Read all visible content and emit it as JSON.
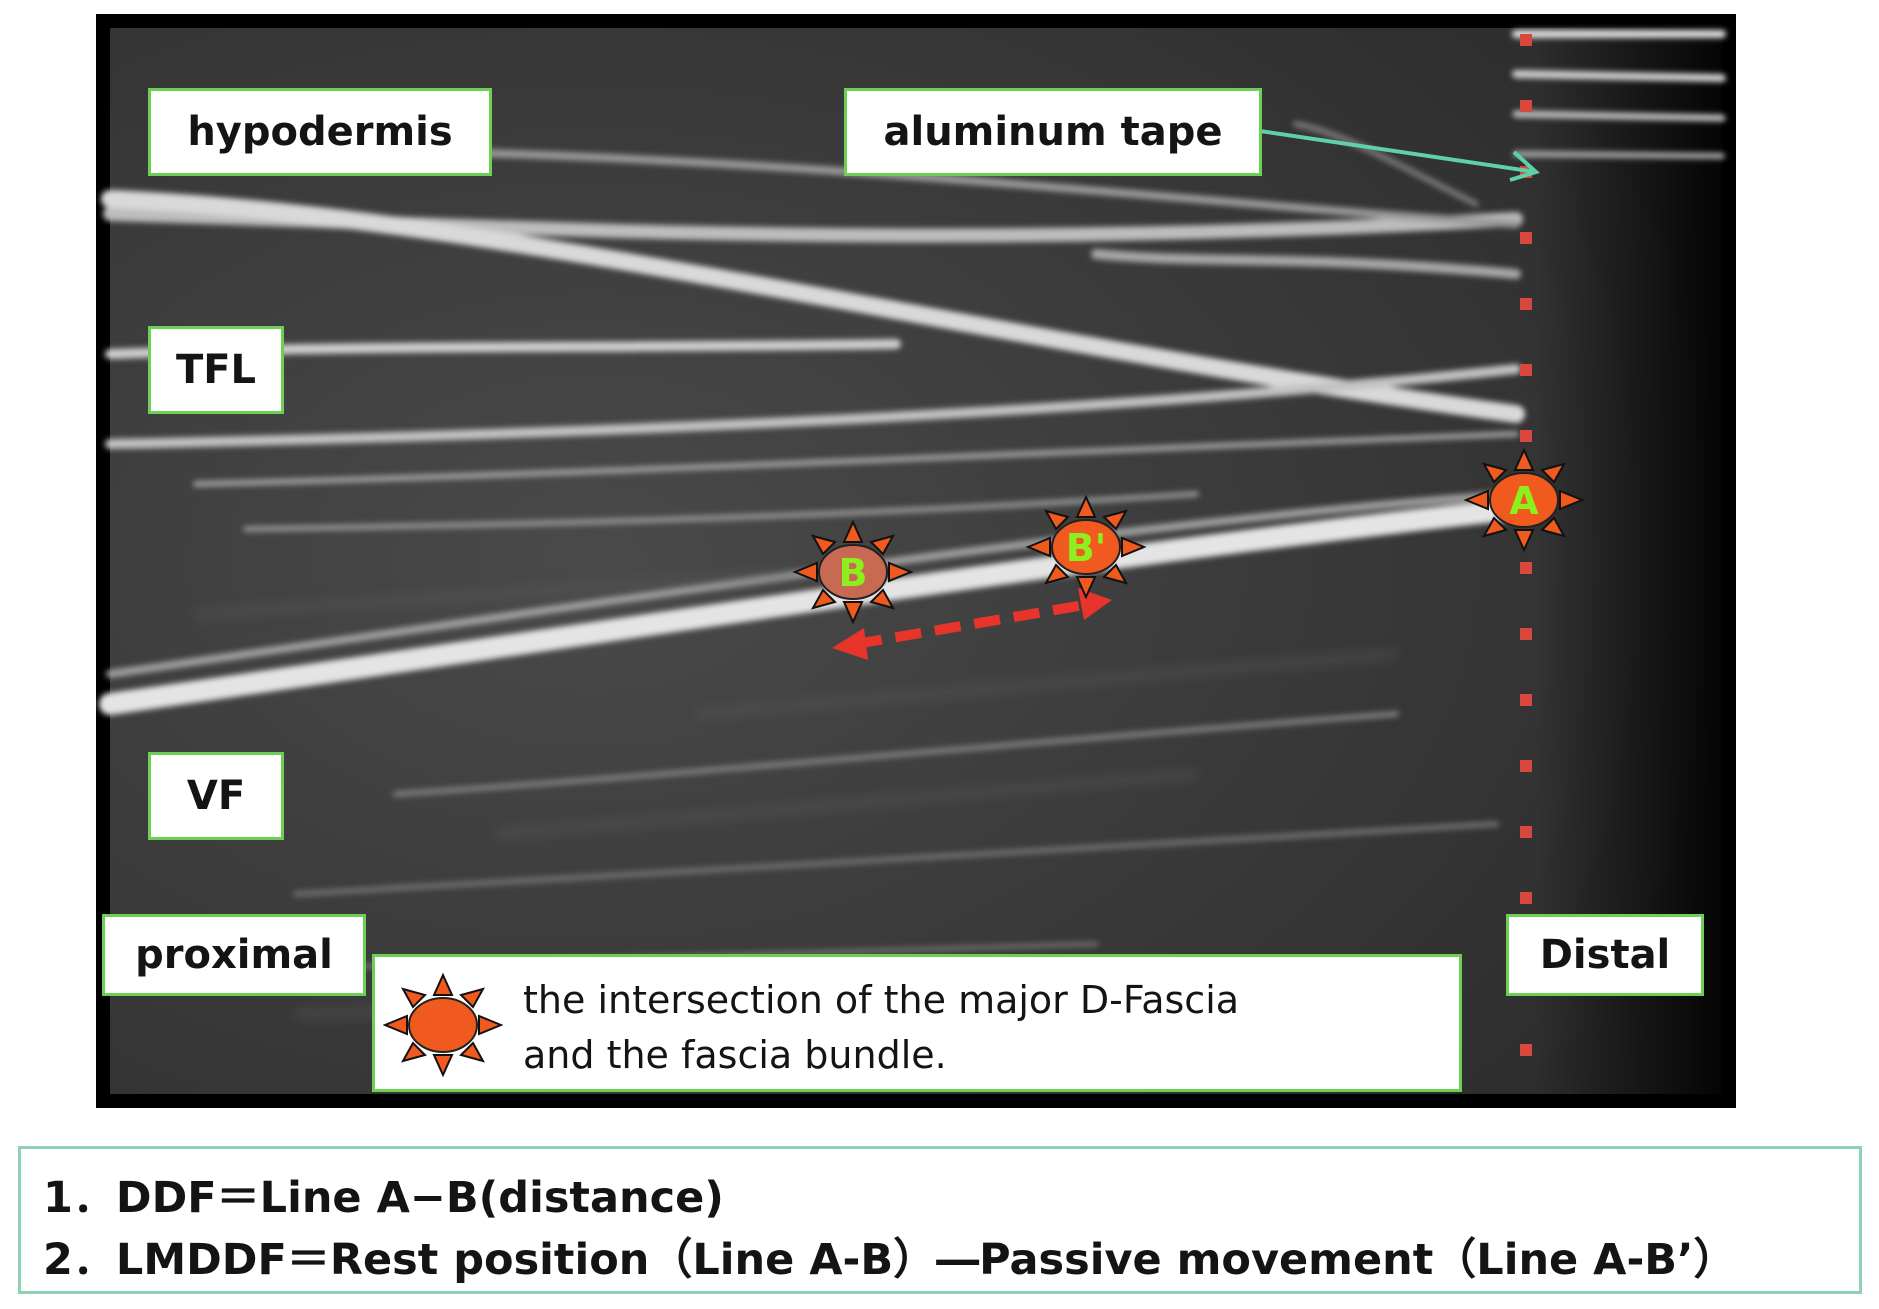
{
  "labels": {
    "hypodermis": "hypodermis",
    "aluminum_tape": "aluminum tape",
    "tfl": "TFL",
    "vf": "VF",
    "proximal": "proximal",
    "distal": "Distal"
  },
  "markers": {
    "a": "A",
    "b": "B",
    "b_prime": "B'"
  },
  "legend": {
    "line1": "the intersection of the major D-Fascia",
    "line2": "and the fascia bundle."
  },
  "formulas": {
    "line1": "1．DDF＝Line A−B(distance)",
    "line2": "2．LMDDF＝Rest position（Line A-B）―Passive movement（Line A-B’）"
  },
  "colors": {
    "label_border": "#6ecf55",
    "arrow": "#5ed1a6",
    "marker_fill": "#f05a1e",
    "marker_text": "#8cf01e",
    "dashed_arrow": "#e8352c",
    "dotted_line": "#d9473f"
  }
}
